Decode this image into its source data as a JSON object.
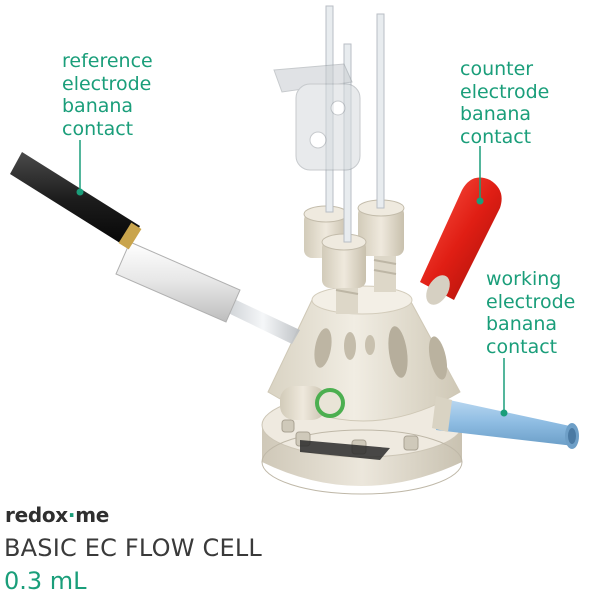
{
  "labels": {
    "reference": [
      "reference",
      "electrode",
      "banana",
      "contact"
    ],
    "counter": [
      "counter",
      "electrode",
      "banana",
      "contact"
    ],
    "working": [
      "working",
      "electrode",
      "banana",
      "contact"
    ]
  },
  "brand": {
    "logo_main": "redox",
    "logo_mark": "me"
  },
  "product": {
    "title": "BASIC EC FLOW CELL",
    "volume": "0.3 mL"
  },
  "colors": {
    "accent": "#1a9e7a",
    "reference_contact": "#1c1c1c",
    "counter_contact": "#e01e14",
    "working_contact": "#8fbde3",
    "cell_body": "#e9e4d7"
  },
  "icons": {
    "callout_marker": "green-dot"
  }
}
